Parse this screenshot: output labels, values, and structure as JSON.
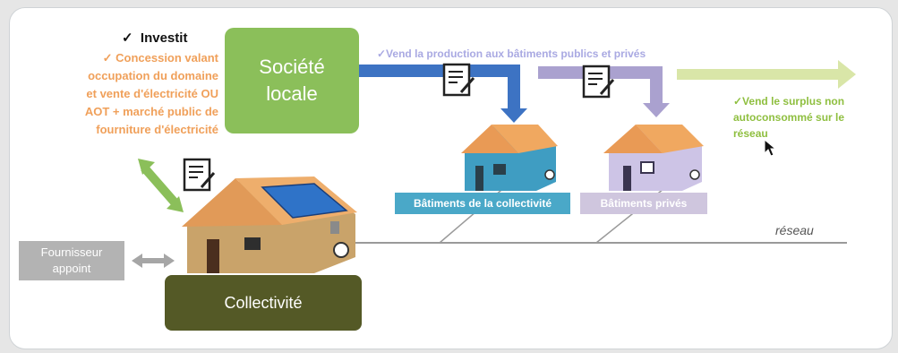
{
  "investit": {
    "check": "✓",
    "title": "Investit",
    "lines": [
      "✓ Concession valant",
      "occupation du domaine",
      "et vente d'électricité OU",
      "AOT + marché public de",
      "fourniture d'électricité"
    ]
  },
  "societe": {
    "line1": "Société",
    "line2": "locale"
  },
  "vend_production": "✓Vend la production aux bâtiments publics et privés",
  "vend_surplus": [
    "✓Vend le surplus non",
    "autoconsommé sur le",
    "réseau"
  ],
  "batiments_collectivite": "Bâtiments de la collectivité",
  "batiments_prives": "Bâtiments privés",
  "reseau": "réseau",
  "fournisseur": {
    "line1": "Fournisseur",
    "line2": "appoint"
  },
  "collectivite": "Collectivité",
  "colors": {
    "green": "#8bbf5a",
    "dark_green": "#545926",
    "blue": "#4aa8c8",
    "lavender": "#cfc6de",
    "orange": "#f0a05a",
    "grey": "#b3b3b3"
  }
}
